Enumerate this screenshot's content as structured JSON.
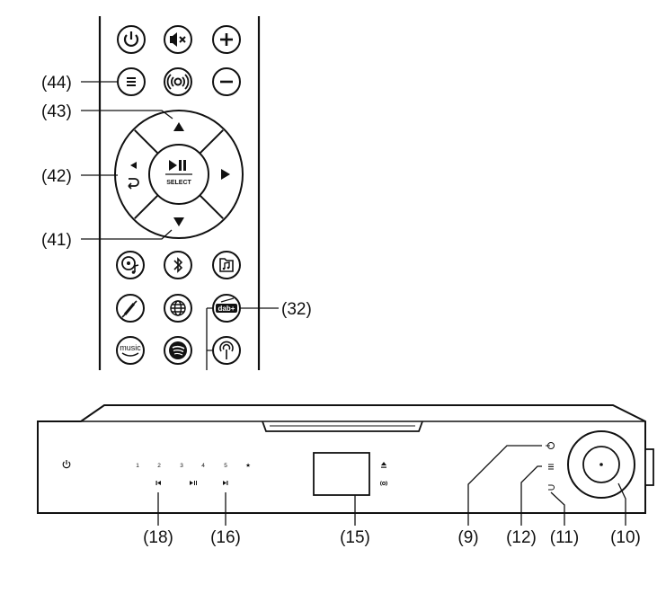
{
  "callouts": {
    "c44": "(44)",
    "c43": "(43)",
    "c42": "(42)",
    "c41": "(41)",
    "c32": "(32)",
    "c18": "(18)",
    "c16": "(16)",
    "c15": "(15)",
    "c9": "(9)",
    "c12": "(12)",
    "c11": "(11)",
    "c10": "(10)"
  },
  "remote": {
    "select_label": "SELECT",
    "music_label": "music",
    "dab_label": "dab+",
    "icons": [
      "power-icon",
      "mute-icon",
      "volume-up-icon",
      "menu-icon",
      "broadcast-icon",
      "volume-down-icon",
      "arrow-up-icon",
      "arrow-down-icon",
      "arrow-left-icon",
      "arrow-right-icon",
      "play-pause-icon",
      "back-icon",
      "cd-music-icon",
      "bluetooth-icon",
      "music-folder-icon",
      "aux-cable-icon",
      "internet-radio-icon",
      "dab-radio-icon",
      "amazon-music-icon",
      "spotify-icon",
      "podcast-icon"
    ]
  },
  "device": {
    "presets": [
      "1",
      "2",
      "3",
      "4",
      "5",
      "★"
    ]
  }
}
